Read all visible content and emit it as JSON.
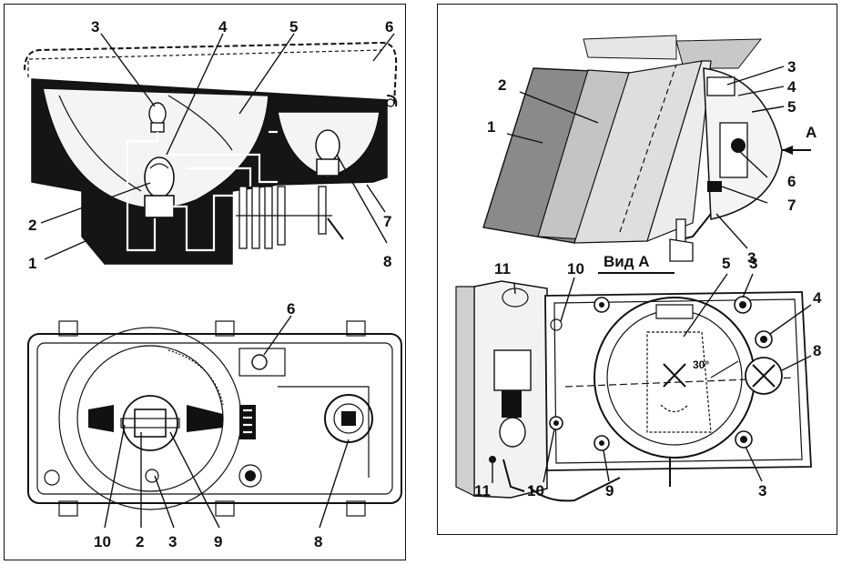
{
  "left_panel": {
    "top_view": {
      "callouts": [
        "3",
        "4",
        "5",
        "6",
        "2",
        "1",
        "7",
        "8"
      ]
    },
    "front_view": {
      "callouts": [
        "6",
        "10",
        "2",
        "3",
        "9",
        "8"
      ]
    }
  },
  "right_panel": {
    "side_view": {
      "callouts": [
        "3",
        "4",
        "5",
        "2",
        "1",
        "A",
        "6",
        "7",
        "3"
      ]
    },
    "rear_view": {
      "title": "Вид А",
      "angle": "30°",
      "callouts": [
        "11",
        "10",
        "5",
        "3",
        "4",
        "8",
        "11",
        "10",
        "9",
        "3"
      ]
    }
  }
}
